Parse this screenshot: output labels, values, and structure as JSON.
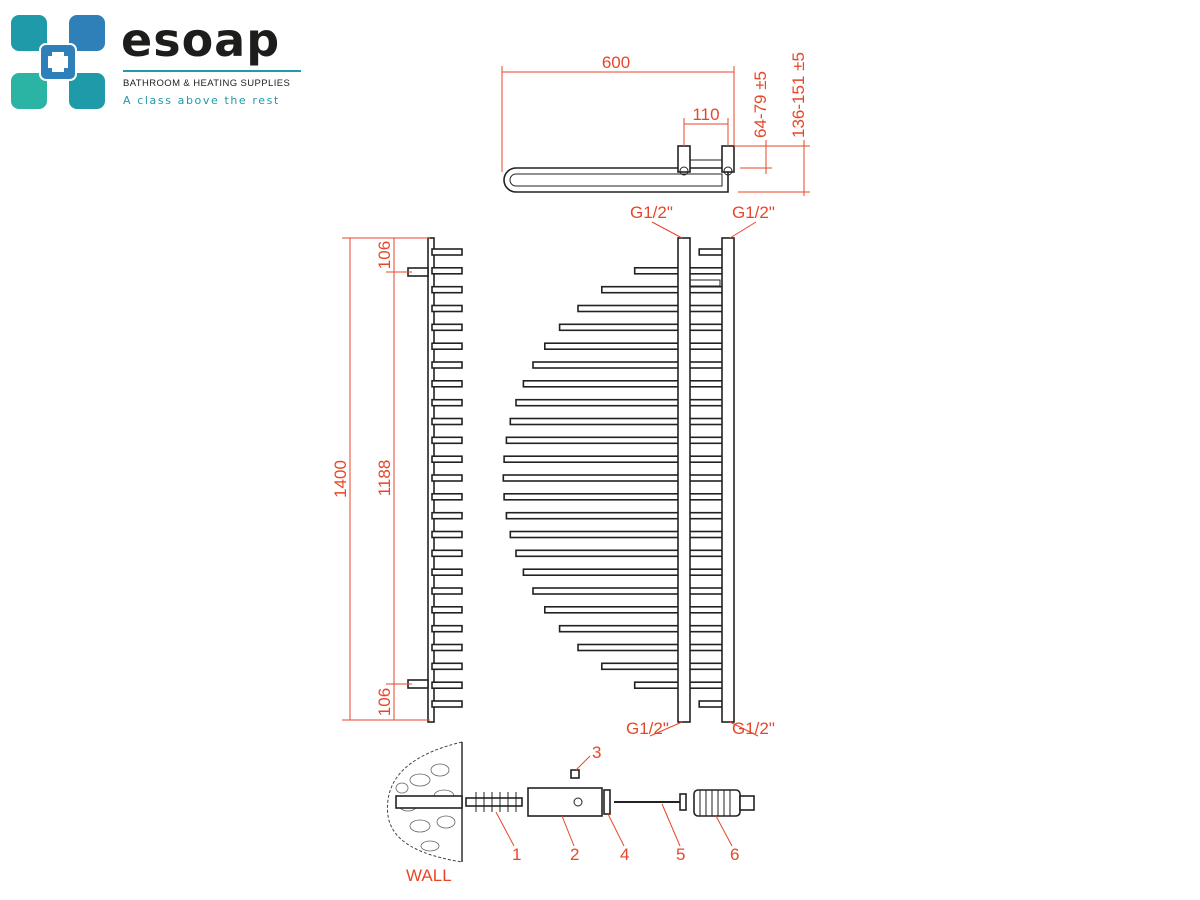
{
  "brand": {
    "name": "esoap",
    "subtitle": "BATHROOM & HEATING SUPPLIES",
    "tagline": "A class above the rest",
    "colors": {
      "teal": "#1f9aa8",
      "blue": "#2f7fb8",
      "green": "#2bb3a3",
      "dark": "#1d1d1b"
    }
  },
  "drawing": {
    "accent_color": "#e8462a",
    "top_view": {
      "width": "600",
      "pipe_spacing": "110",
      "depth_pipe": "64-79 ±5",
      "depth_total": "136-151 ±5",
      "inlet_left": "G1/2\"",
      "inlet_right": "G1/2\""
    },
    "side_view": {
      "height": "1400",
      "centres": "1188",
      "top_offset": "106",
      "bottom_offset": "106"
    },
    "front_view": {
      "outlet_left": "G1/2\"",
      "outlet_right": "G1/2\"",
      "bar_count": 25
    },
    "fixing": {
      "wall_label": "WALL",
      "parts": [
        "1",
        "2",
        "3",
        "4",
        "5",
        "6"
      ]
    }
  }
}
